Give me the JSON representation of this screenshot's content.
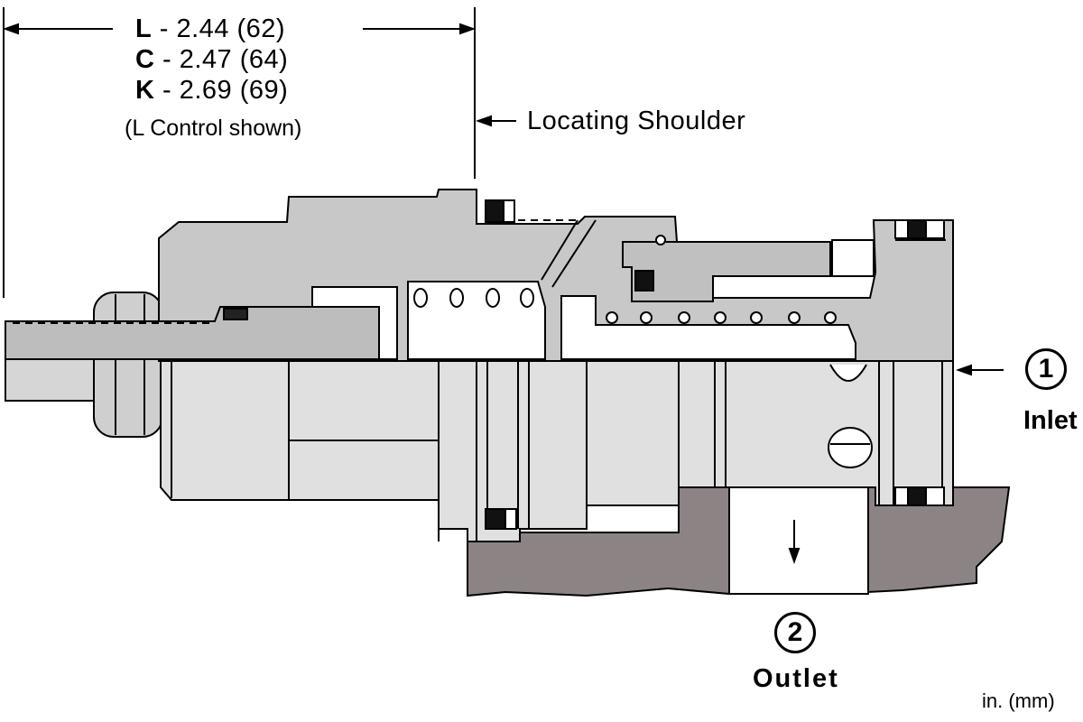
{
  "dimensions": [
    {
      "code": "L",
      "value": " - 2.44 (62)"
    },
    {
      "code": "C",
      "value": " - 2.47 (64)"
    },
    {
      "code": "K",
      "value": " - 2.69 (69)"
    }
  ],
  "dimension_note": "(L Control shown)",
  "callouts": {
    "locating_shoulder": "Locating Shoulder"
  },
  "ports": {
    "inlet": {
      "number": "1",
      "label": "Inlet"
    },
    "outlet": {
      "number": "2",
      "label": "Outlet"
    }
  },
  "units": "in. (mm)",
  "colors": {
    "body": "#c8c8c8",
    "body_light": "#e0e0e0",
    "manifold": "#8c8484",
    "line": "#000000",
    "seal": "#111111"
  }
}
